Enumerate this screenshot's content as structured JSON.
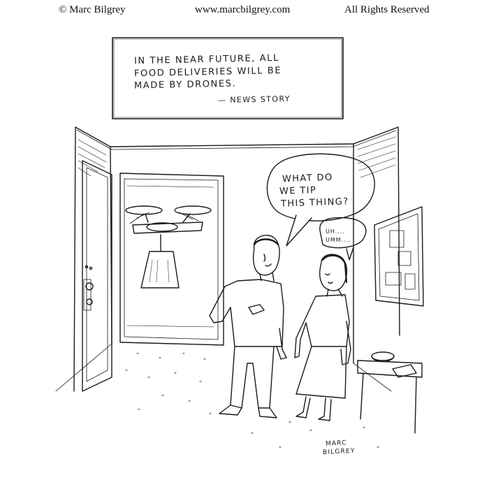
{
  "header": {
    "copyright": "© Marc Bilgrey",
    "website": "www.marcbilgrey.com",
    "rights": "All Rights Reserved"
  },
  "quote": {
    "lines": [
      "IN THE NEAR FUTURE, ALL",
      "FOOD DELIVERIES WILL BE",
      "MADE BY DRONES."
    ],
    "attribution": "— NEWS STORY"
  },
  "speech": {
    "lines": [
      "WHAT DO",
      "WE TIP",
      "THIS THING?"
    ]
  },
  "reply": {
    "lines": [
      "UH....",
      "UMM...."
    ]
  },
  "signature": {
    "lines": [
      "MARC",
      "BILGREY"
    ]
  },
  "colors": {
    "ink": "#1a1a1a",
    "paper": "#ffffff"
  }
}
